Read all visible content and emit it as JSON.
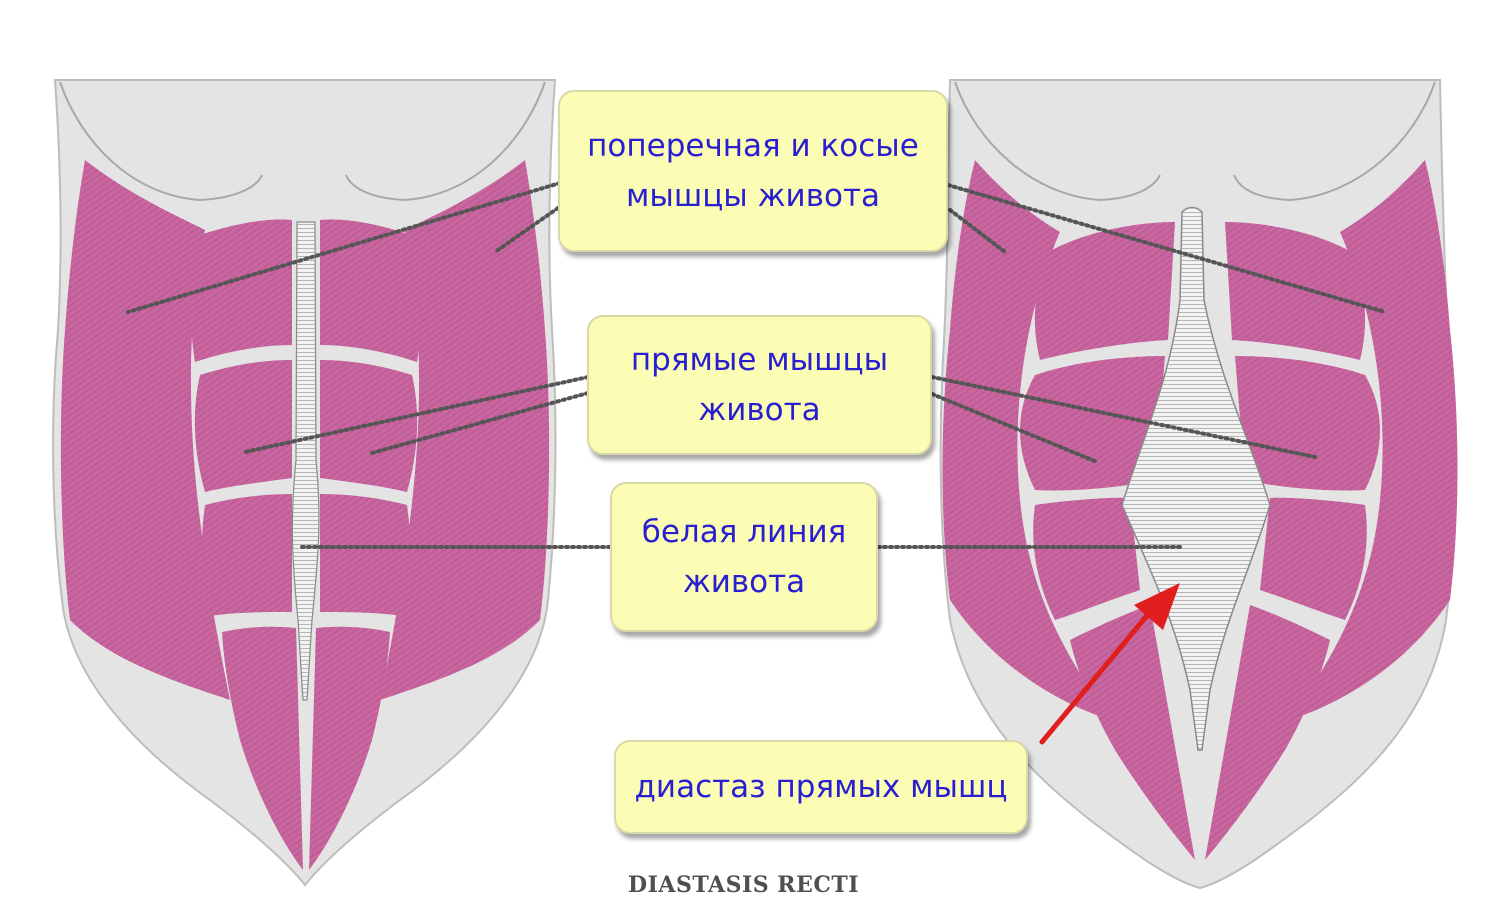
{
  "labels": {
    "obliques": "поперечная и косые\nмышцы живота",
    "rectus": "прямые мышцы\nживота",
    "linea_alba": "белая линия\nживота",
    "diastasis": "диастаз прямых мышц"
  },
  "caption": "DIASTASIS RECTI",
  "colors": {
    "muscle": "#c9659f",
    "muscle_stripe": "#a74f84",
    "body": "#e3e3e3",
    "body_outline": "#bdbdbd",
    "label_fill": "#fbfdb4",
    "label_text": "#2a1fd0",
    "dotted_line": "#555555",
    "arrow": "#e01e1e"
  }
}
